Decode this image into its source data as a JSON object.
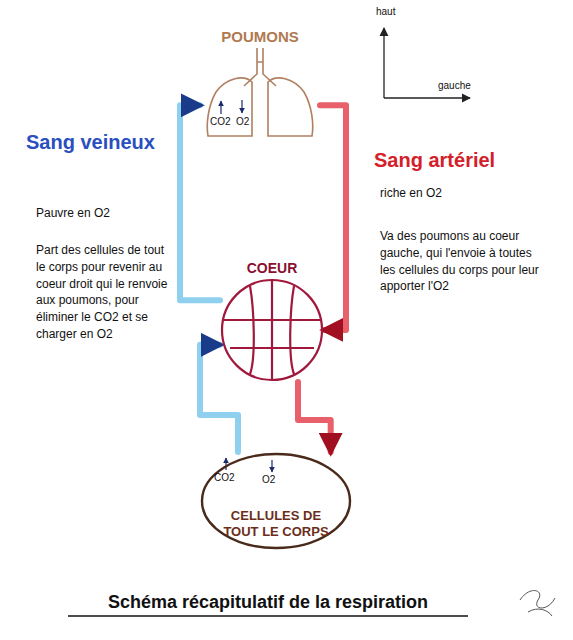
{
  "diagram": {
    "caption": "Schéma récapitulatif de la respiration",
    "nodes": [
      {
        "text": [
          "POUMONS"
        ]
      },
      {
        "text": [
          "COEUR"
        ]
      },
      {
        "text": [
          "CELLULES DE TOUT LE CORPS"
        ]
      }
    ],
    "edges": [
      {
        "from": 2,
        "to": 1,
        "arrow": "to"
      },
      {
        "from": 1,
        "to": 0,
        "arrow": "to"
      },
      {
        "from": 0,
        "to": 1,
        "arrow": "to"
      },
      {
        "from": 1,
        "to": 2,
        "arrow": "to"
      }
    ],
    "labels": [
      "CO2",
      "O2",
      "haut",
      "gauche",
      "Sang veineux",
      "Sang artériel",
      "riche en O2",
      "Pauvre en O2",
      "Va des poumons au coeur gauche, qui l'envoie à toutes les cellules du corps pour leur apporter l'O2",
      "Part des cellules de tout le corps pour revenir au coeur droit qui le renvoie aux poumons, pour éliminer le CO2 et se charger en O2",
      "CO2",
      "O2"
    ]
  }
}
